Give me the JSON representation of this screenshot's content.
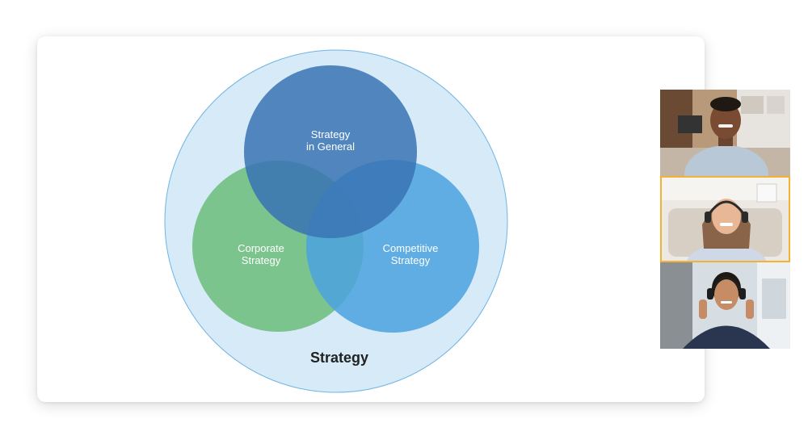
{
  "slide": {
    "outer_label": "Strategy",
    "circles": [
      {
        "label_line1": "Strategy",
        "label_line2": "in General",
        "color": "#3a73b4"
      },
      {
        "label_line1": "Corporate",
        "label_line2": "Strategy",
        "color": "#6cbd7a"
      },
      {
        "label_line1": "Competitive",
        "label_line2": "Strategy",
        "color": "#4ba2df"
      }
    ],
    "outer_color": "#d6eaf8"
  },
  "participants": [
    {
      "name": "participant-1",
      "icon": "person-man-video"
    },
    {
      "name": "participant-2",
      "icon": "person-woman-headset-video",
      "active": true
    },
    {
      "name": "participant-3",
      "icon": "person-woman-headset-video"
    }
  ],
  "colors": {
    "active_speaker_border": "#f2b233"
  }
}
